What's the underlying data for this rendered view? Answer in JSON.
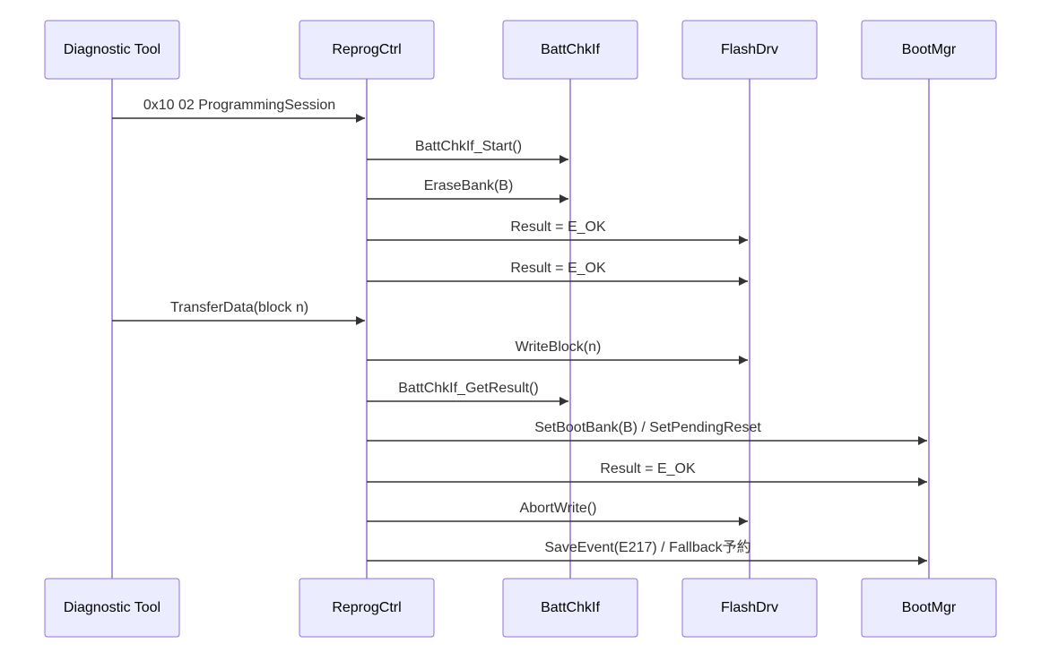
{
  "participants": [
    {
      "id": "tool",
      "label": "Diagnostic Tool"
    },
    {
      "id": "reprog",
      "label": "ReprogCtrl"
    },
    {
      "id": "batt",
      "label": "BattChkIf"
    },
    {
      "id": "flash",
      "label": "FlashDrv"
    },
    {
      "id": "boot",
      "label": "BootMgr"
    }
  ],
  "messages": [
    {
      "from": "tool",
      "to": "reprog",
      "label": "0x10 02 ProgrammingSession"
    },
    {
      "from": "reprog",
      "to": "batt",
      "label": "BattChkIf_Start()"
    },
    {
      "from": "reprog",
      "to": "batt",
      "label": "EraseBank(B)"
    },
    {
      "from": "reprog",
      "to": "flash",
      "label": "Result = E_OK"
    },
    {
      "from": "reprog",
      "to": "flash",
      "label": "Result = E_OK"
    },
    {
      "from": "tool",
      "to": "reprog",
      "label": "TransferData(block n)"
    },
    {
      "from": "reprog",
      "to": "flash",
      "label": "WriteBlock(n)"
    },
    {
      "from": "reprog",
      "to": "batt",
      "label": "BattChkIf_GetResult()"
    },
    {
      "from": "reprog",
      "to": "boot",
      "label": "SetBootBank(B) / SetPendingReset"
    },
    {
      "from": "reprog",
      "to": "boot",
      "label": "Result = E_OK"
    },
    {
      "from": "reprog",
      "to": "flash",
      "label": "AbortWrite()"
    },
    {
      "from": "reprog",
      "to": "boot",
      "label": "SaveEvent(E217) / Fallback予約"
    }
  ],
  "colors": {
    "actor_fill": "#ECECFF",
    "actor_stroke": "#9370DB",
    "lifeline": "#9370DB",
    "message": "#333333"
  }
}
